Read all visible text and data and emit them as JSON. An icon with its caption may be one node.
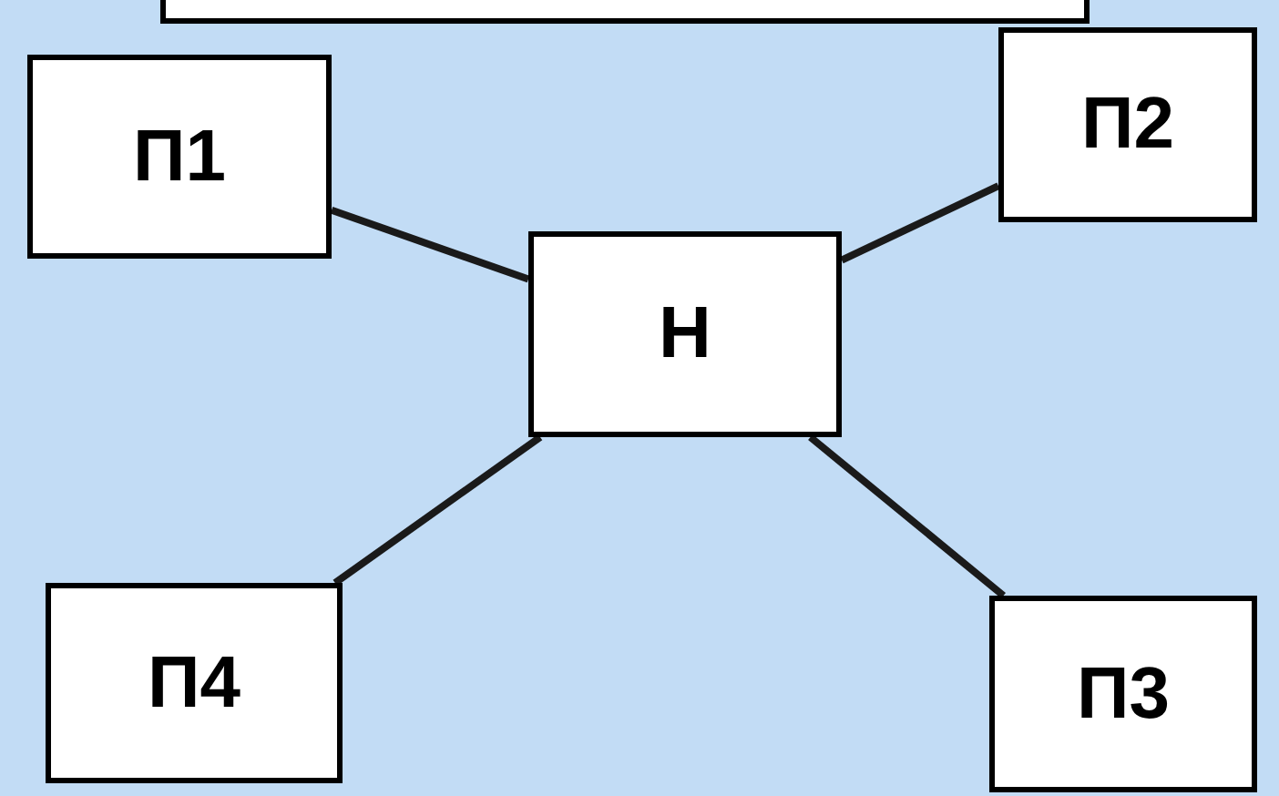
{
  "diagram": {
    "nodes": [
      {
        "text": [],
        "shape": "box"
      },
      {
        "text": [
          "П1"
        ]
      },
      {
        "text": [
          "П2"
        ]
      },
      {
        "text": [
          "Н"
        ]
      },
      {
        "text": [
          "П4"
        ]
      },
      {
        "text": [
          "П3"
        ]
      }
    ],
    "edges": [
      {
        "from": 1,
        "to": 3,
        "arrow": "none"
      },
      {
        "from": 2,
        "to": 3,
        "arrow": "none"
      },
      {
        "from": 3,
        "to": 4,
        "arrow": "none"
      },
      {
        "from": 3,
        "to": 5,
        "arrow": "none"
      }
    ]
  }
}
